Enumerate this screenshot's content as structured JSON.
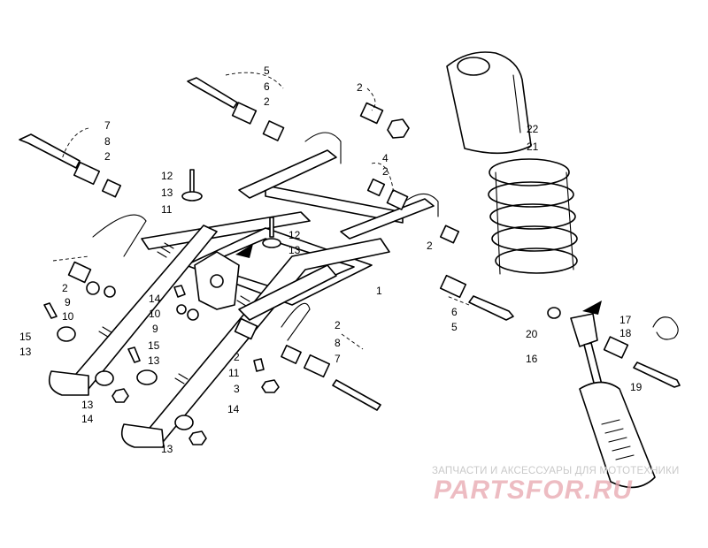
{
  "watermark": {
    "caption": "ЗАПЧАСТИ И АКСЕССУАРЫ ДЛЯ МОТОТЕХНИКИ",
    "logo": "PARTSFOR.RU",
    "logo_color": "#e8a6ae"
  },
  "callouts": [
    "1",
    "2",
    "3",
    "4",
    "5",
    "6",
    "7",
    "8",
    "9",
    "10",
    "11",
    "12",
    "13",
    "14",
    "15",
    "16",
    "17",
    "18",
    "19",
    "20",
    "21",
    "22"
  ],
  "left_labels": [
    "15",
    "13",
    "13",
    "14",
    "13"
  ],
  "center_labels": [
    "14",
    "10",
    "9",
    "15",
    "13",
    "11",
    "3",
    "14",
    "12",
    "13",
    "11"
  ],
  "arrow_icon": "pointer-arrow-icon"
}
